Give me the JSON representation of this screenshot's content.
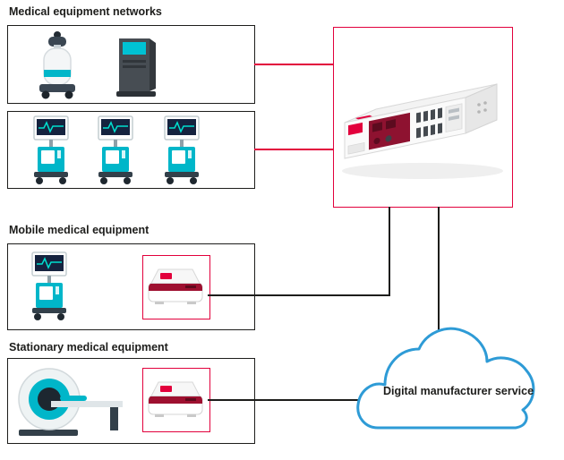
{
  "page": {
    "type": "network-topology-diagram",
    "background": "#ffffff"
  },
  "labels": {
    "networks": "Medical equipment networks",
    "mobile": "Mobile medical equipment",
    "stationary": "Stationary medical equipment",
    "cloud": "Digital manufacturer service"
  },
  "colors": {
    "accent_red": "#e2003c",
    "dark_red": "#8e1230",
    "outline_black": "#1d1d1b",
    "teal": "#00b6c9",
    "cloud_blue": "#2e9bd6",
    "device_gray": "#474d53"
  },
  "icons": {
    "network_group_1": [
      "service-robot-icon",
      "equipment-cabinet-icon"
    ],
    "network_group_2": [
      "medical-cart-icon",
      "medical-cart-icon",
      "medical-cart-icon"
    ],
    "mobile_group": [
      "medical-cart-icon",
      "gateway-device-icon"
    ],
    "stationary_group": [
      "mri-scanner-icon",
      "gateway-device-icon"
    ],
    "central": "server-appliance-icon",
    "cloud": "cloud-icon"
  },
  "connections": [
    {
      "from": "equipment-network-group-1",
      "to": "central-appliance",
      "style": "red"
    },
    {
      "from": "equipment-network-group-2",
      "to": "central-appliance",
      "style": "red"
    },
    {
      "from": "mobile-gateway",
      "to": "central-appliance",
      "style": "black"
    },
    {
      "from": "central-appliance",
      "to": "cloud",
      "style": "black"
    },
    {
      "from": "stationary-gateway",
      "to": "cloud",
      "style": "black"
    }
  ]
}
